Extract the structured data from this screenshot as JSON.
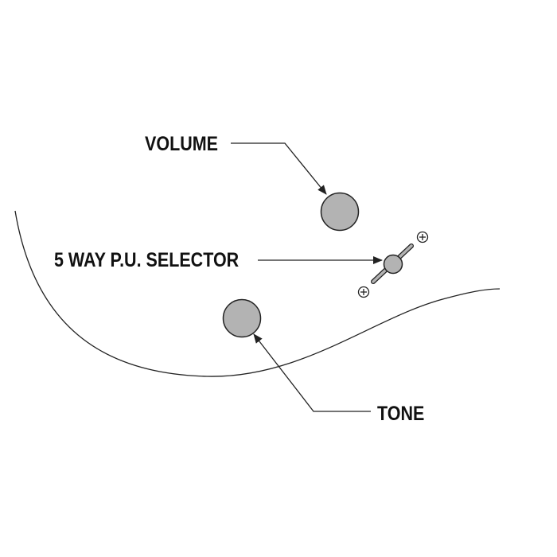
{
  "labels": {
    "volume": "VOLUME",
    "selector": "5 WAY P.U. SELECTOR",
    "tone": "TONE"
  },
  "colors": {
    "text": "#111111",
    "line": "#222222",
    "knob_fill": "#b3b3b3",
    "knob_stroke": "#222222",
    "background": "#ffffff"
  },
  "icons": {
    "screw": "screw-icon"
  }
}
